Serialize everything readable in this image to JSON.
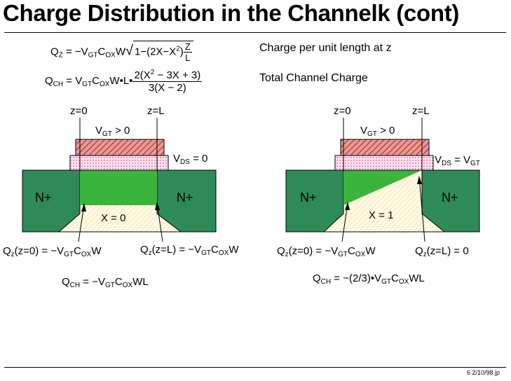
{
  "title": "Charge Distribution in the Channelk (cont)",
  "eq1": {
    "q": "Q",
    "q_sub": "Z",
    "mid1": " = −V",
    "gt": "GT",
    "c": "C",
    "ox": "OX",
    "w": "W",
    "root_a": "1−(2X−X",
    "root_sup": "2",
    "root_b": ")",
    "frac_num": "Z",
    "frac_den": "L",
    "caption": "Charge per unit length at z"
  },
  "eq2": {
    "q": "Q",
    "q_sub": "CH",
    "mid1": " = V",
    "gt": "GT",
    "c": "C",
    "ox": "OX",
    "wl": "W•L•",
    "num_a": "2(X",
    "num_sup": "2",
    "num_b": " − 3X + 3)",
    "den": "3(X − 2)",
    "caption": "Total Channel Charge"
  },
  "left": {
    "z0": "z=0",
    "zl": "z=L",
    "vgt_v": "V",
    "vgt_sub": "GT",
    "vgt_rest": " > 0",
    "vds_v": "V",
    "vds_sub": "DS",
    "vds_rest": " = 0",
    "n1": "N+",
    "n2": "N+",
    "x": "X = 0",
    "qa_q": "Q",
    "qa_sub": "z",
    "qa_rest1": "(z=0) = −V",
    "qa_gt": "GT",
    "qa_c": "C",
    "qa_ox": "OX",
    "qa_w": "W",
    "qb_q": "Q",
    "qb_sub": "z",
    "qb_rest1": "(z=L) = −V",
    "qb_gt": "GT",
    "qb_c": "C",
    "qb_ox": "OX",
    "qb_w": "W",
    "qch_q": "Q",
    "qch_sub": "CH",
    "qch_rest": " = −V",
    "qch_gt": "GT",
    "qch_c": "C",
    "qch_ox": "OX",
    "qch_wl": "WL"
  },
  "right": {
    "z0": "z=0",
    "zl": "z=L",
    "vgt_v": "V",
    "vgt_sub": "GT",
    "vgt_rest": " > 0",
    "vds_v": "V",
    "vds_sub": "DS",
    "vds_mid": " = V",
    "vds_sub2": "GT",
    "n1": "N+",
    "n2": "N+",
    "x": "X = 1",
    "qa_q": "Q",
    "qa_sub": "z",
    "qa_rest1": "(z=0) = −V",
    "qa_gt": "GT",
    "qa_c": "C",
    "qa_ox": "OX",
    "qa_w": "W",
    "qb_q": "Q",
    "qb_sub": "z",
    "qb_rest": "(z=L) = 0",
    "qch_q": "Q",
    "qch_sub": "CH",
    "qch_rest": " = −(2/3)•V",
    "qch_gt": "GT",
    "qch_c": "C",
    "qch_ox": "OX",
    "qch_wl": "WL"
  },
  "footer": "6  2/10/98  jp",
  "colors": {
    "n_plus": "#2E8B57",
    "substrate": "#FFF6CF",
    "gate": "#C8322D",
    "oxide": "#F2A8D0",
    "channel": "#3CB43C"
  }
}
